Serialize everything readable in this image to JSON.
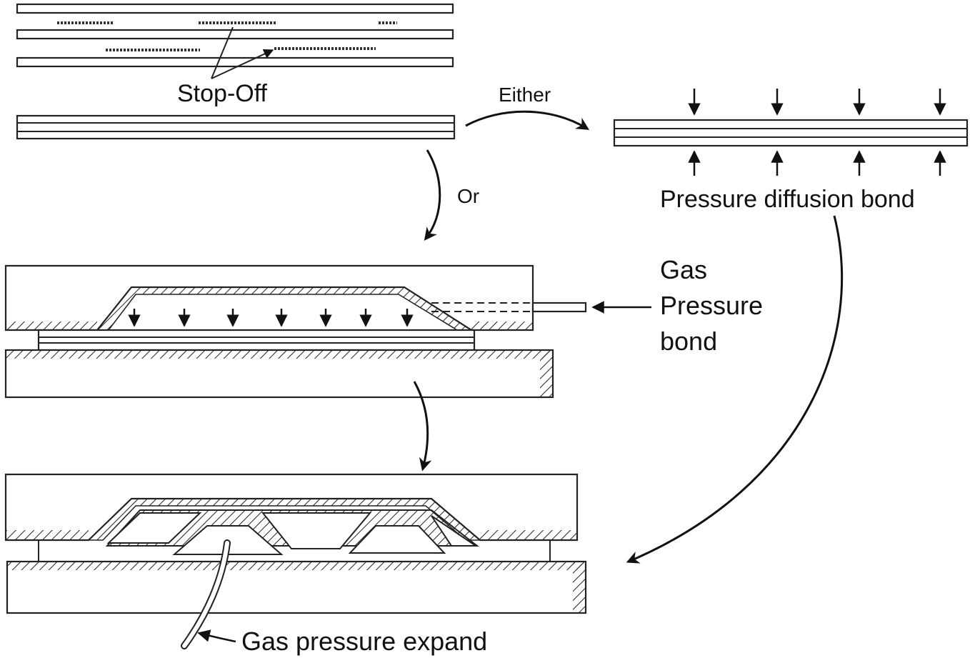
{
  "labels": {
    "stop_off": "Stop-Off",
    "either": "Either",
    "or": "Or",
    "pressure_diffusion_bond": "Pressure diffusion bond",
    "gas_pressure_bond_line1": "Gas",
    "gas_pressure_bond_line2": "Pressure",
    "gas_pressure_bond_line3": "bond",
    "gas_pressure_expand": "Gas pressure expand"
  },
  "colors": {
    "ink": "#111111",
    "background": "#ffffff"
  }
}
